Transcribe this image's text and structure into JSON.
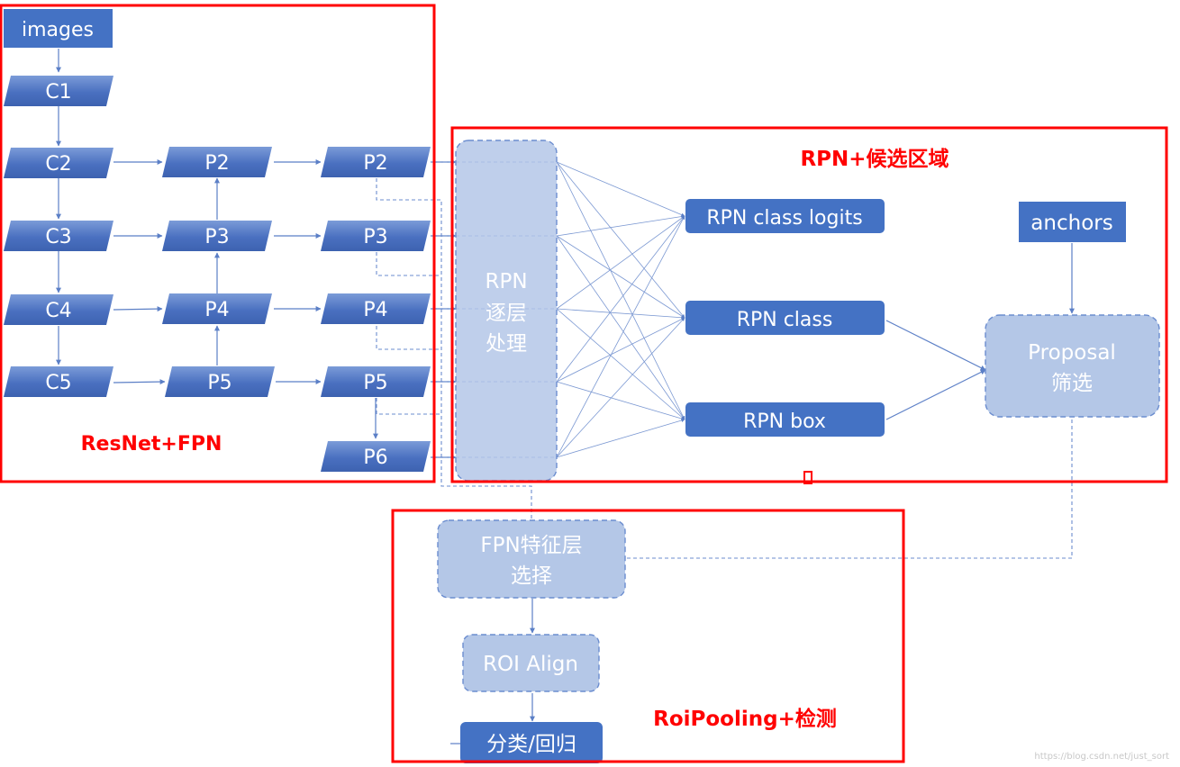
{
  "colors": {
    "node_dark": "#4472c4",
    "node_gradient_top": "#7a9ad6",
    "node_light": "#b4c7e7",
    "arrow": "#5b7fc6",
    "dashed": "#6b8dcf",
    "frame_red": "#ff0000",
    "label_red": "#ff0000"
  },
  "sections": {
    "resnet_fpn": "ResNet+FPN",
    "rpn": "RPN+候选区域",
    "roi": "RoiPooling+检测"
  },
  "nodes": {
    "images": "images",
    "c1": "C1",
    "c2": "C2",
    "c3": "C3",
    "c4": "C4",
    "c5": "C5",
    "p2_mid": "P2",
    "p3_mid": "P3",
    "p4_mid": "P4",
    "p5_mid": "P5",
    "p2_out": "P2",
    "p3_out": "P3",
    "p4_out": "P4",
    "p5_out": "P5",
    "p6_out": "P6",
    "rpn_proc": [
      "RPN",
      "逐层",
      "处理"
    ],
    "rpn_logits": "RPN class logits",
    "rpn_class": "RPN class",
    "rpn_box": "RPN box",
    "anchors": "anchors",
    "proposal": [
      "Proposal",
      "筛选"
    ],
    "fpn_select": [
      "FPN特征层",
      "选择"
    ],
    "roi_align": "ROI Align",
    "cls_reg": "分类/回归"
  },
  "watermark": "https://blog.csdn.net/just_sort"
}
